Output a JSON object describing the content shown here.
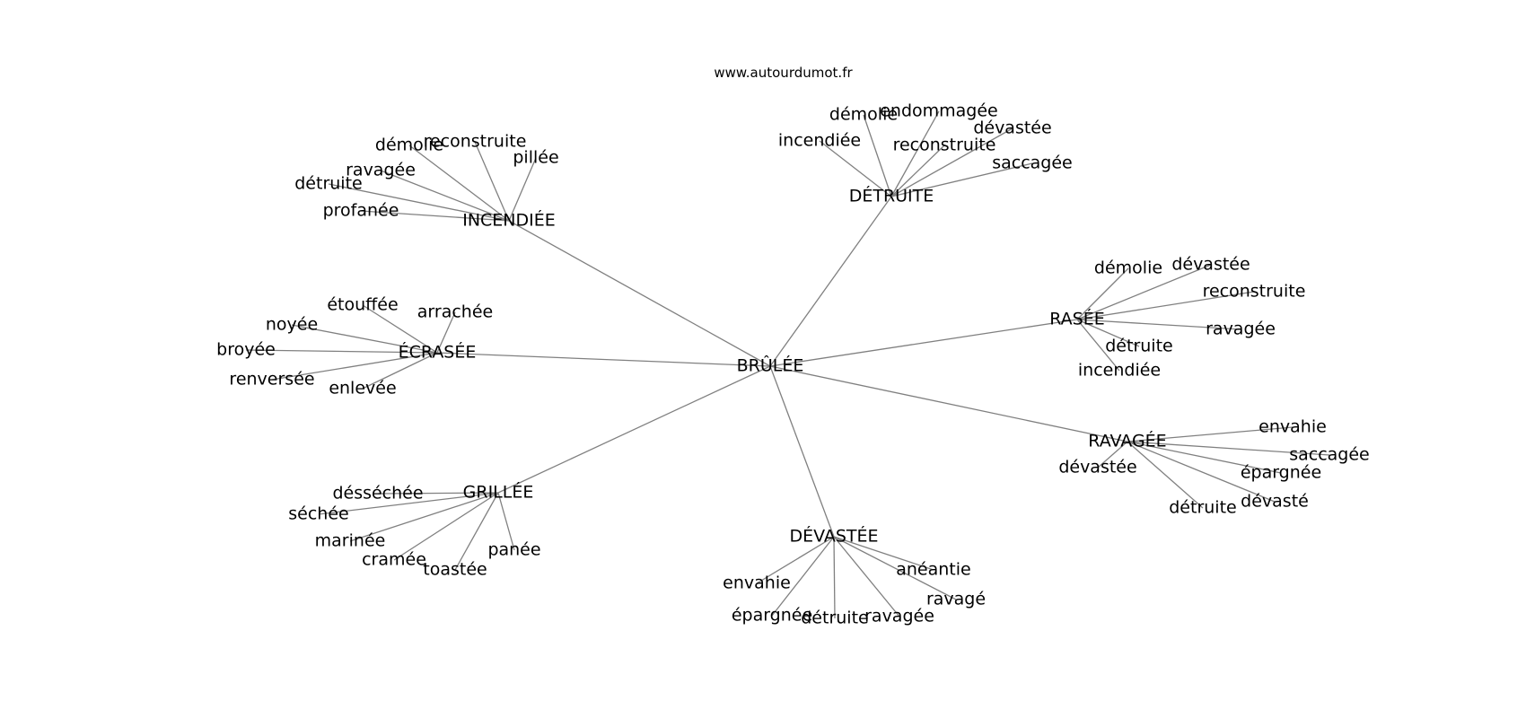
{
  "site": "www.autourdumot.fr",
  "center": "BRÛLÉE",
  "clusters": [
    {
      "label": "DÉTRUITE",
      "words": [
        "démolie",
        "endommagée",
        "dévastée",
        "incendiée",
        "reconstruite",
        "saccagée"
      ]
    },
    {
      "label": "INCENDIÉE",
      "words": [
        "démolie",
        "reconstruite",
        "pillée",
        "ravagée",
        "détruite",
        "profanée"
      ]
    },
    {
      "label": "RASÉE",
      "words": [
        "démolie",
        "dévastée",
        "reconstruite",
        "ravagée",
        "détruite",
        "incendiée"
      ]
    },
    {
      "label": "ÉCRASÉE",
      "words": [
        "étouffée",
        "arrachée",
        "noyée",
        "broyée",
        "renversée",
        "enlevée"
      ]
    },
    {
      "label": "RAVAGÉE",
      "words": [
        "envahie",
        "saccagée",
        "dévastée",
        "épargnée",
        "dévasté",
        "détruite"
      ]
    },
    {
      "label": "GRILLÉE",
      "words": [
        "désséchée",
        "séchée",
        "marinée",
        "cramée",
        "toastée",
        "panée"
      ]
    },
    {
      "label": "DÉVASTÉE",
      "words": [
        "anéantie",
        "envahie",
        "ravagé",
        "épargnée",
        "détruite",
        "ravagée"
      ]
    }
  ]
}
